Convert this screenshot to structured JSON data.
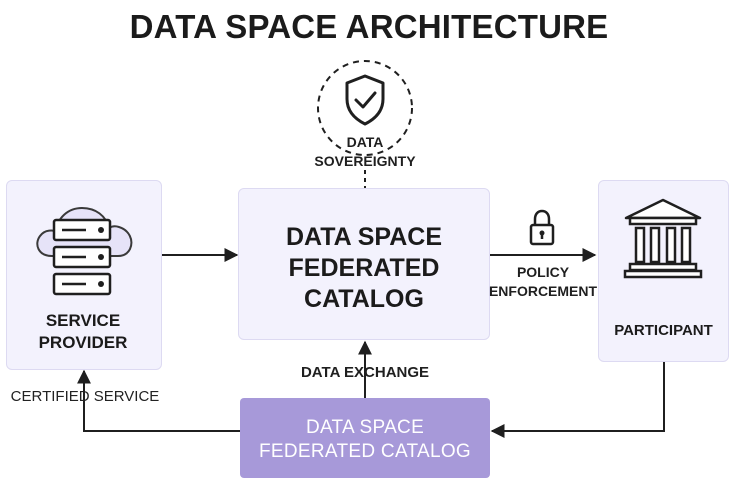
{
  "title": "DATA SPACE ARCHITECTURE",
  "sovereignty": {
    "line1": "DATA",
    "line2": "SOVEREIGNTY",
    "icon": "shield-check-icon"
  },
  "center": {
    "line1": "DATA SPACE",
    "line2": "FEDERATED",
    "line3": "CATALOG"
  },
  "service_provider": {
    "line1": "SERVICE",
    "line2": "PROVIDER",
    "icon": "cloud-server-icon"
  },
  "participant": {
    "label": "PARTICIPANT",
    "icon": "institution-icon"
  },
  "policy": {
    "line1": "POLICY",
    "line2": "ENFORCEMENT",
    "icon": "lock-icon"
  },
  "data_exchange": "DATA EXCHANGE",
  "certified_service": "CERTIFIED SERVICE",
  "bottom": {
    "line1": "DATA SPACE",
    "line2": "FEDERATED CATALOG"
  },
  "colors": {
    "box_fill": "#f3f2fd",
    "box_border": "#dddaf2",
    "accent": "#a799d9",
    "line": "#1f1f1f"
  }
}
